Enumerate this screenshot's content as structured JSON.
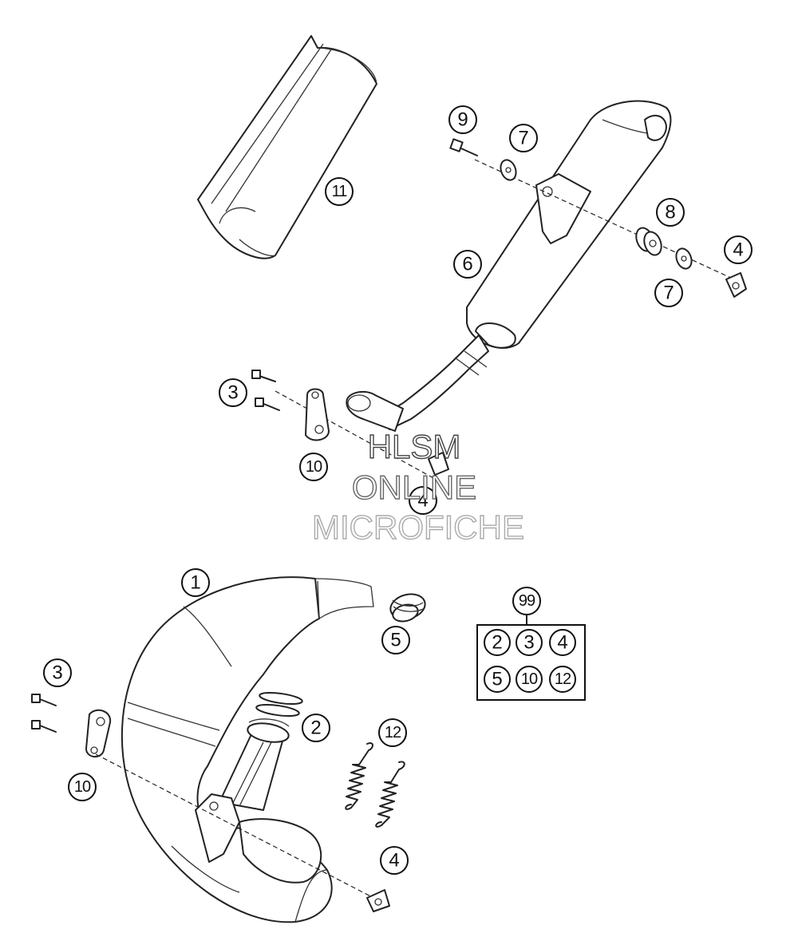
{
  "watermark": {
    "line1": "HLSM",
    "line2": "ONLINE",
    "line3": "MICROFICHE"
  },
  "callouts": {
    "c1": "1",
    "c2": "2",
    "c3_top": "3",
    "c3_bottom": "3",
    "c4_top_right": "4",
    "c4_middle": "4",
    "c4_bottom": "4",
    "c5": "5",
    "c6": "6",
    "c7_upper": "7",
    "c7_lower": "7",
    "c8": "8",
    "c9": "9",
    "c10_top": "10",
    "c10_bottom": "10",
    "c11": "11",
    "c12": "12",
    "c99": "99"
  },
  "kit_box": {
    "items": [
      "2",
      "3",
      "4",
      "5",
      "10",
      "12"
    ]
  }
}
